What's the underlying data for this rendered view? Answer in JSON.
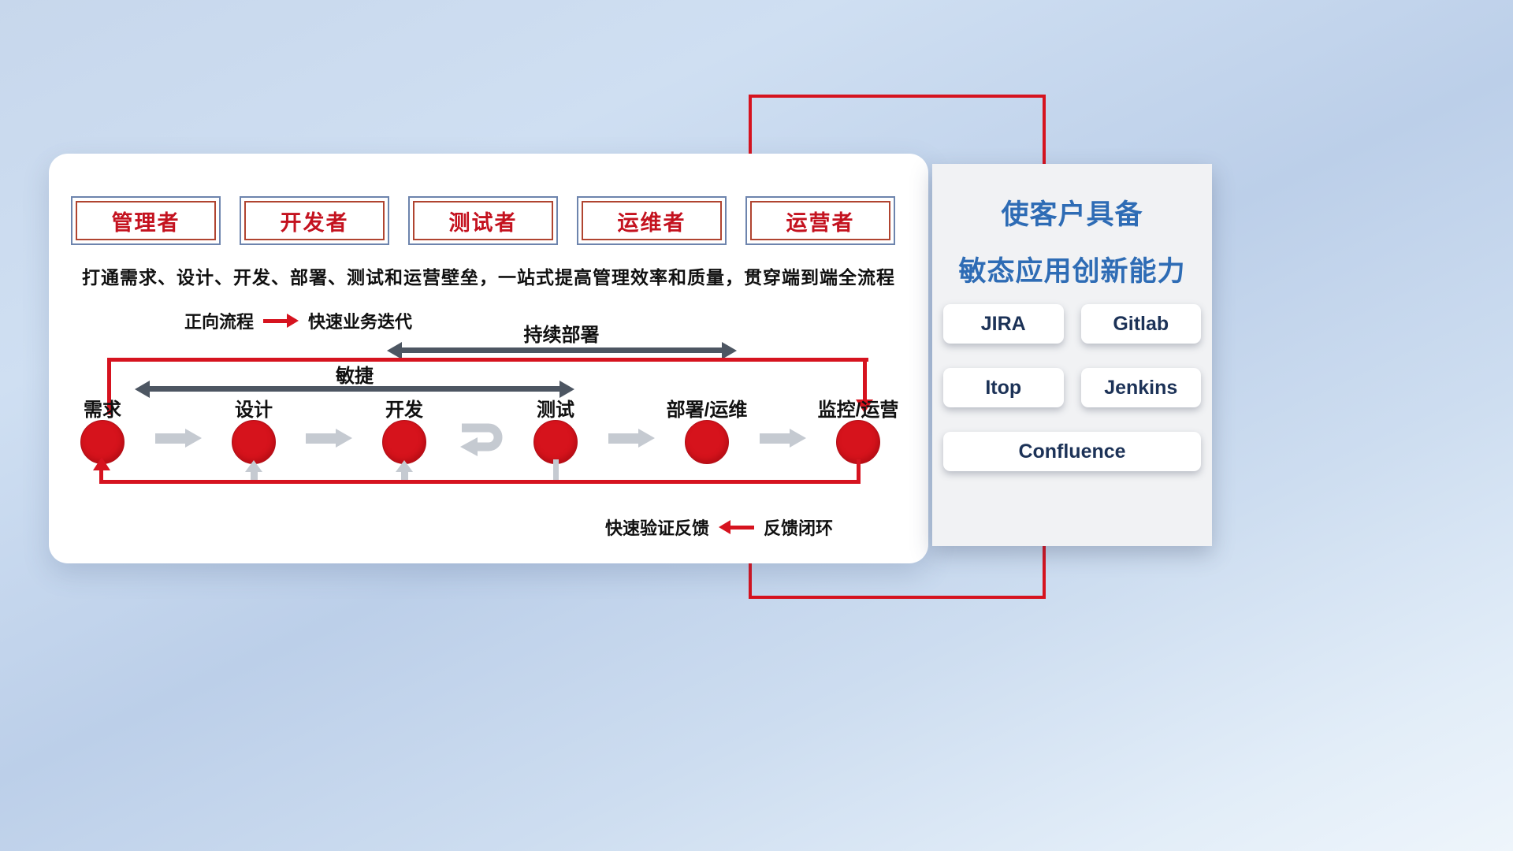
{
  "roles": [
    {
      "label": "管理者"
    },
    {
      "label": "开发者"
    },
    {
      "label": "测试者"
    },
    {
      "label": "运维者"
    },
    {
      "label": "运营者"
    }
  ],
  "headline": "打通需求、设计、开发、部署、测试和运营壁垒，一站式提高管理效率和质量，贯穿端到端全流程",
  "forward_legend": {
    "label": "正向流程",
    "desc": "快速业务迭代"
  },
  "feedback_legend": {
    "label": "快速验证反馈",
    "desc": "反馈闭环"
  },
  "flow": {
    "agile_label": "敏捷",
    "continuous_deploy_label": "持续部署",
    "stages": [
      {
        "label": "需求"
      },
      {
        "label": "设计"
      },
      {
        "label": "开发"
      },
      {
        "label": "测试"
      },
      {
        "label": "部署/运维"
      },
      {
        "label": "监控/运营"
      }
    ]
  },
  "side_panel": {
    "title_line1": "使客户具备",
    "title_line2": "敏态应用创新能力",
    "tools": [
      {
        "label": "JIRA"
      },
      {
        "label": "Gitlab"
      },
      {
        "label": "Itop"
      },
      {
        "label": "Jenkins"
      },
      {
        "label": "Confluence"
      }
    ]
  },
  "colors": {
    "accent_red": "#d6131f",
    "title_blue": "#2e6cb5",
    "dark_arrow": "#4d5662",
    "light_arrow": "#c5cad1"
  }
}
